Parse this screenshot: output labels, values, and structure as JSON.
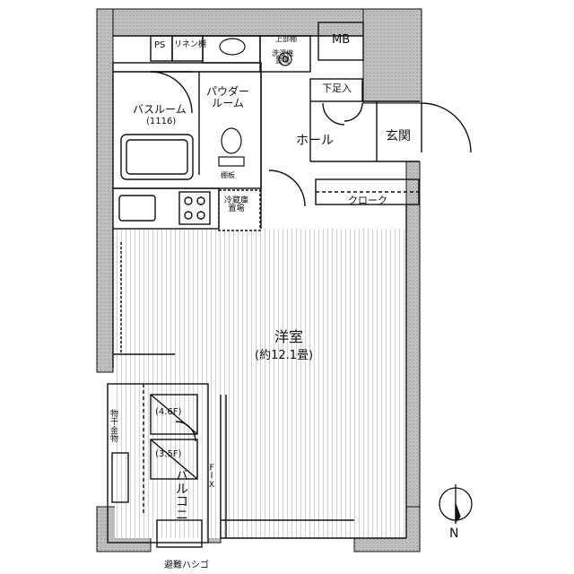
{
  "rooms": {
    "ps": "PS",
    "linen": "リネン棚",
    "mb": "MB",
    "upper_shelf": "上部棚",
    "washer": [
      "洗濯機",
      "置場"
    ],
    "shoe_box": "下足入",
    "bathroom": "バスルーム",
    "bathroom_size": "(1116)",
    "powder": [
      "パウダー",
      "ルーム"
    ],
    "hall": "ホール",
    "entrance": "玄関",
    "closet": "クローク",
    "fridge": [
      "冷蔵庫",
      "置場"
    ],
    "yoshitsu": "洋室",
    "yoshitsu_size": "(約12.1畳)",
    "laundry_hardware": [
      "物",
      "干",
      "金",
      "物"
    ],
    "balcony": [
      "バ",
      "ル",
      "コ",
      "ニ",
      "ー"
    ],
    "ac_upper": "(4.6F)",
    "ac_lower": "(3.5F)",
    "fix": [
      "F",
      "I",
      "X"
    ],
    "evac_ladder": "避難ハシゴ",
    "shelf_small": "棚板",
    "north": "N"
  },
  "colors": {
    "wall_hatch": "#b8b8b8",
    "line": "#111111",
    "floor_stripe": "#d6d6d6"
  }
}
